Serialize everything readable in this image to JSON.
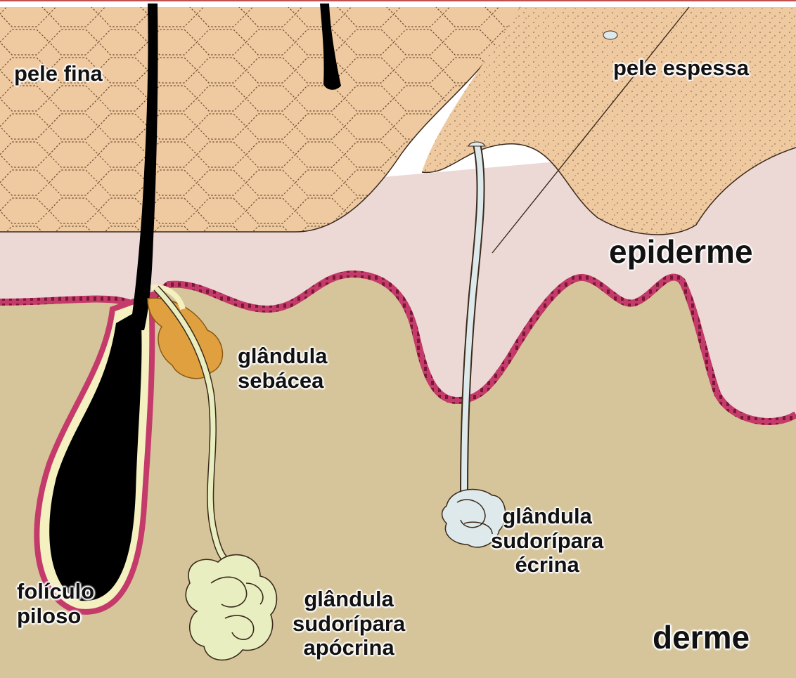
{
  "labels": {
    "thin_skin": "pele fina",
    "thick_skin": "pele espessa",
    "epidermis": "epiderme",
    "dermis": "derme",
    "sebaceous": [
      "glândula",
      "sebácea"
    ],
    "eccrine": [
      "glândula",
      "sudorípara",
      "écrina"
    ],
    "apocrine": [
      "glândula",
      "sudorípara",
      "apócrina"
    ],
    "follicle": [
      "folículo",
      "piloso"
    ]
  },
  "colors": {
    "background_top": "#ffffff",
    "thin_skin_cells": "#efc9a0",
    "thick_skin_stratum": "#efc9a0",
    "epidermis": "#ecd9d6",
    "dermis": "#d6c49a",
    "basal_layer": "#c43a6a",
    "hair": "#000000",
    "follicle_sheath": "#f4f0c0",
    "sebaceous_gland": "#e0a040",
    "eccrine_gland": "#dde9ea",
    "apocrine_gland": "#e8eec0"
  }
}
